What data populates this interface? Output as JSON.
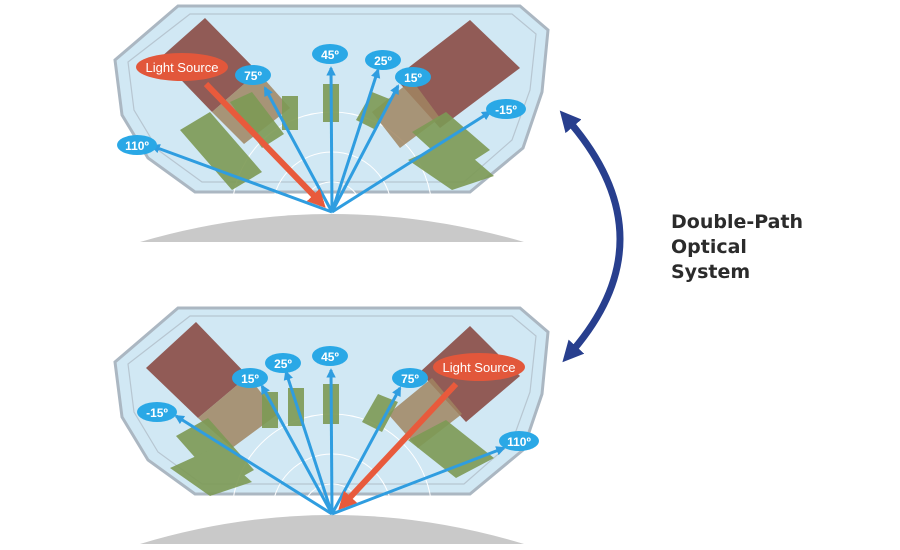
{
  "caption": {
    "lines": [
      "Double-Path",
      "Optical",
      "System"
    ]
  },
  "colors": {
    "housing_fill": "#cfe7f4",
    "housing_stroke": "#a7b4bf",
    "light_source_block": "#8a4b45",
    "detector": "#7d9a55",
    "beam": "#2f9de0",
    "illumination": "#e85a3c",
    "label_bubble": "#2aa8e6",
    "surface": "#c9c9c9",
    "double_arrow": "#283f8e"
  },
  "top_diagram": {
    "light_source_label": "Light Source",
    "angle_labels": [
      "110º",
      "75º",
      "45º",
      "25º",
      "15º",
      "-15º"
    ]
  },
  "bottom_diagram": {
    "light_source_label": "Light Source",
    "angle_labels": [
      "-15º",
      "15º",
      "25º",
      "45º",
      "75º",
      "110º"
    ]
  }
}
